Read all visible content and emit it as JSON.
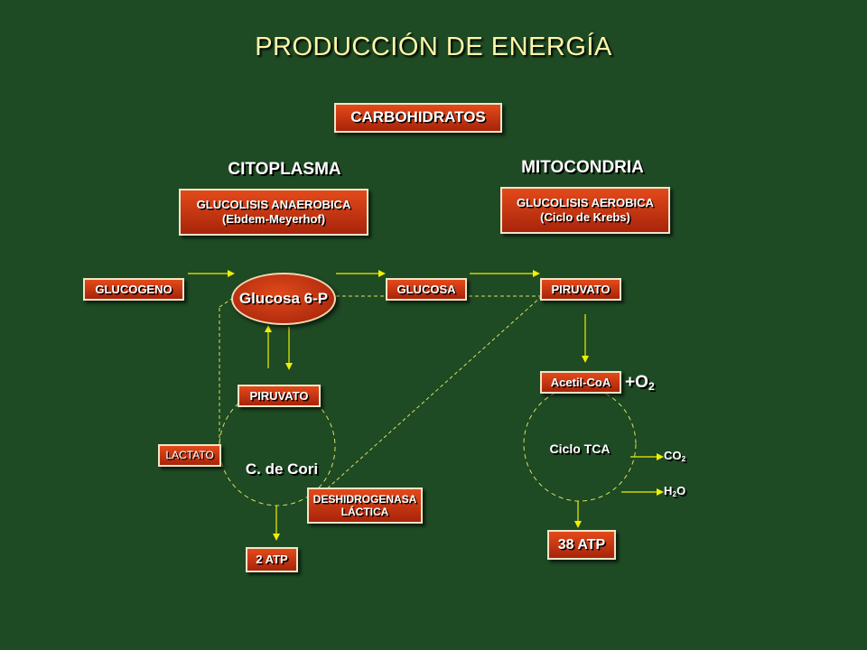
{
  "title": "PRODUCCIÓN DE ENERGÍA",
  "carbohidratos": "CARBOHIDRATOS",
  "citoplasma": "CITOPLASMA",
  "mitocondria": "MITOCONDRIA",
  "glucolisis_anaerobica": {
    "line1": "GLUCOLISIS ANAEROBICA",
    "line2": "(Ebdem-Meyerhof)"
  },
  "glucolisis_aerobica": {
    "line1": "GLUCOLISIS AEROBICA",
    "line2": "(Ciclo de Krebs)"
  },
  "glucogeno": "GLUCOGENO",
  "glucosa_6p": "Glucosa 6-P",
  "glucosa": "GLUCOSA",
  "piruvato_mito": "PIRUVATO",
  "piruvato_cito": "PIRUVATO",
  "acetil_coa": "Acetil-CoA",
  "o2": {
    "prefix": "+O",
    "sub": "2"
  },
  "ciclo_tca": "Ciclo TCA",
  "co2": {
    "prefix": "CO",
    "sub": "2"
  },
  "h2o": {
    "prefix": "H",
    "sub": "2",
    "suffix": "O"
  },
  "lactato": "LACTATO",
  "cori": "C. de Cori",
  "deshidrogenasa": {
    "line1": "DESHIDROGENASA",
    "line2": "LÁCTICA"
  },
  "atp_2": "2 ATP",
  "atp_38": "38 ATP",
  "colors": {
    "background": "#1e4a24",
    "box": "#d2401a",
    "title": "#fff6a8",
    "arrow": "#f0f000",
    "dashed": "#d8e060"
  }
}
